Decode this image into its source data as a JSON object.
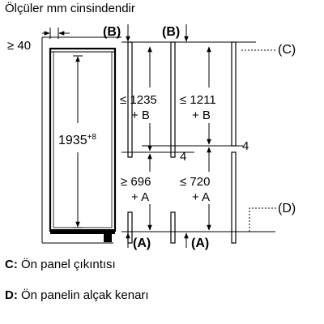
{
  "title": "Ölçüler mm cinsindendir",
  "labels": {
    "gap_top": "≥ 40",
    "b_left": "(B)",
    "b_right": "(B)",
    "c_ref": "(C)",
    "d_ref": "(D)",
    "a_left": "(A)",
    "a_right": "(A)",
    "height_appliance": "1935",
    "height_appliance_sup": "+8",
    "upper_left_1": "≤ 1235",
    "upper_left_2": "+ B",
    "upper_right_1": "≤ 1211",
    "upper_right_2": "+ B",
    "lower_left_1": "≥ 696",
    "lower_left_2": "+ A",
    "lower_right_1": "≤ 720",
    "lower_right_2": "+ A",
    "gap_left": "4",
    "gap_right": "4"
  },
  "legend": {
    "c_key": "C:",
    "c_text": " Ön panel çıkıntısı",
    "d_key": "D:",
    "d_text": " Ön panelin alçak kenarı"
  }
}
